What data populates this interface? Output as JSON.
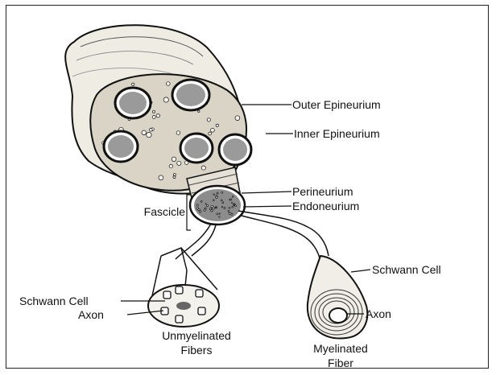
{
  "diagram": {
    "labels": {
      "outer_epineurium": "Outer Epineurium",
      "inner_epineurium": "Inner Epineurium",
      "perineurium": "Perineurium",
      "endoneurium": "Endoneurium",
      "fascicle": "Fascicle",
      "schwann_cell_right": "Schwann Cell",
      "schwann_cell_left": "Schwann Cell",
      "axon_right": "Axon",
      "axon_left": "Axon",
      "unmyelinated_line1": "Unmyelinated",
      "unmyelinated_line2": "Fibers",
      "myelinated_line1": "Myelinated",
      "myelinated_line2": "Fiber"
    }
  }
}
